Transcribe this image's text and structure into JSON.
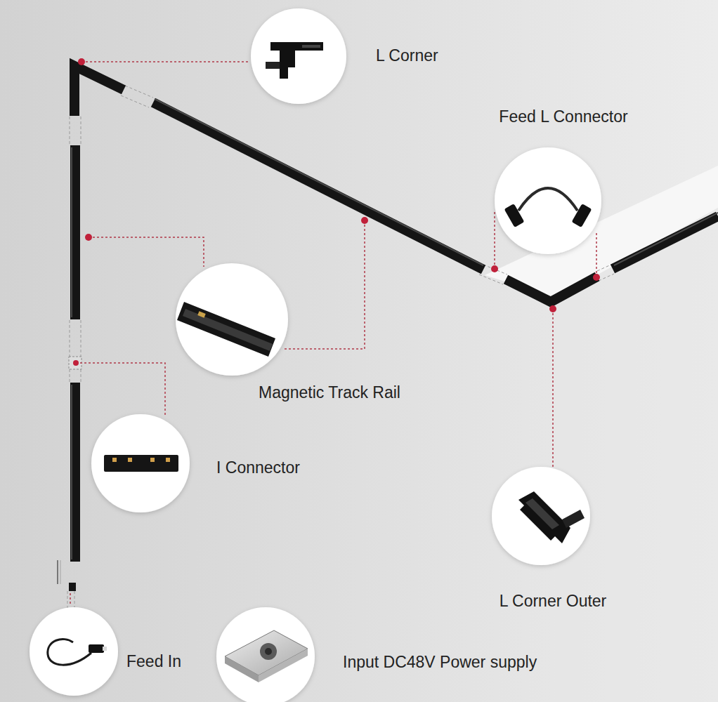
{
  "diagram": {
    "labels": [
      "L Corner",
      "Feed L Connector",
      "Magnetic Track Rail",
      "I Connector",
      "L Corner Outer",
      "Feed In",
      "Input DC48V Power supply"
    ]
  }
}
